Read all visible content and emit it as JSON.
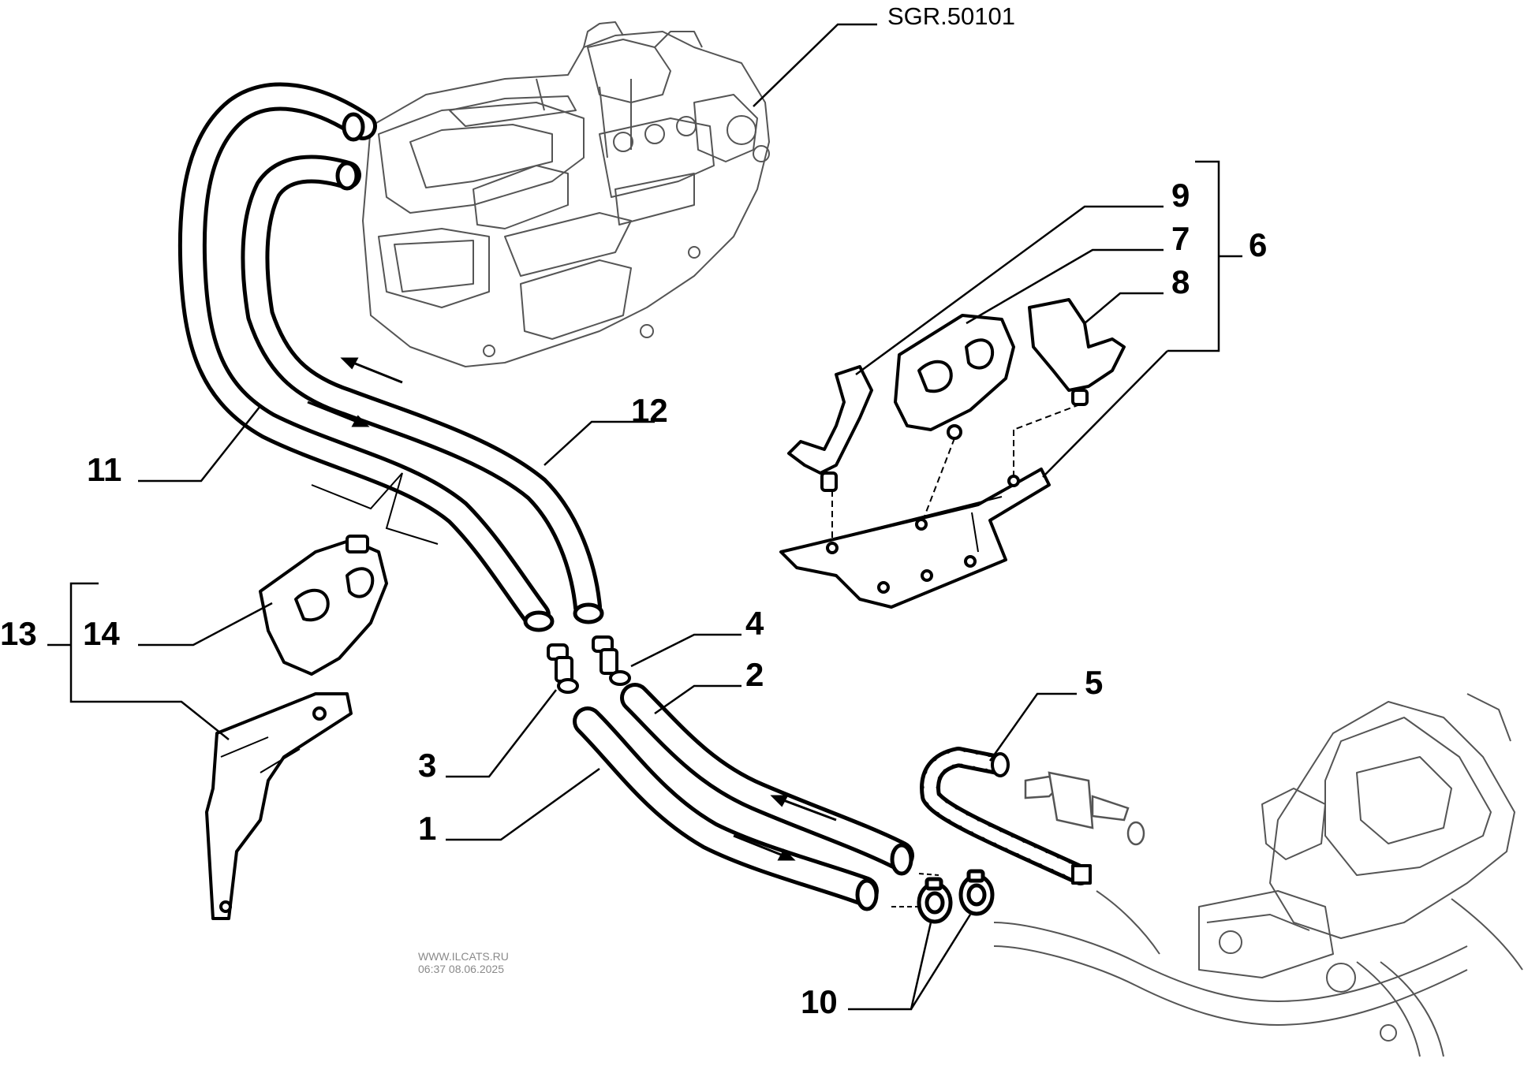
{
  "reference": "SGR.50101",
  "watermark": {
    "site": "WWW.ILCATS.RU",
    "timestamp": "06:37 08.06.2025"
  },
  "callouts": {
    "c1": "1",
    "c2": "2",
    "c3": "3",
    "c4": "4",
    "c5": "5",
    "c6": "6",
    "c7": "7",
    "c8": "8",
    "c9": "9",
    "c10": "10",
    "c11": "11",
    "c12": "12",
    "c13": "13",
    "c14": "14"
  },
  "parts": [
    {
      "number": "1",
      "name": "hose"
    },
    {
      "number": "2",
      "name": "hose"
    },
    {
      "number": "3",
      "name": "connector"
    },
    {
      "number": "4",
      "name": "connector"
    },
    {
      "number": "5",
      "name": "hose"
    },
    {
      "number": "6",
      "name": "bracket-kit"
    },
    {
      "number": "7",
      "name": "clip"
    },
    {
      "number": "8",
      "name": "clip"
    },
    {
      "number": "9",
      "name": "clip"
    },
    {
      "number": "10",
      "name": "hose-clamp"
    },
    {
      "number": "11",
      "name": "hose"
    },
    {
      "number": "12",
      "name": "hose"
    },
    {
      "number": "13",
      "name": "bracket-kit"
    },
    {
      "number": "14",
      "name": "clip"
    }
  ]
}
